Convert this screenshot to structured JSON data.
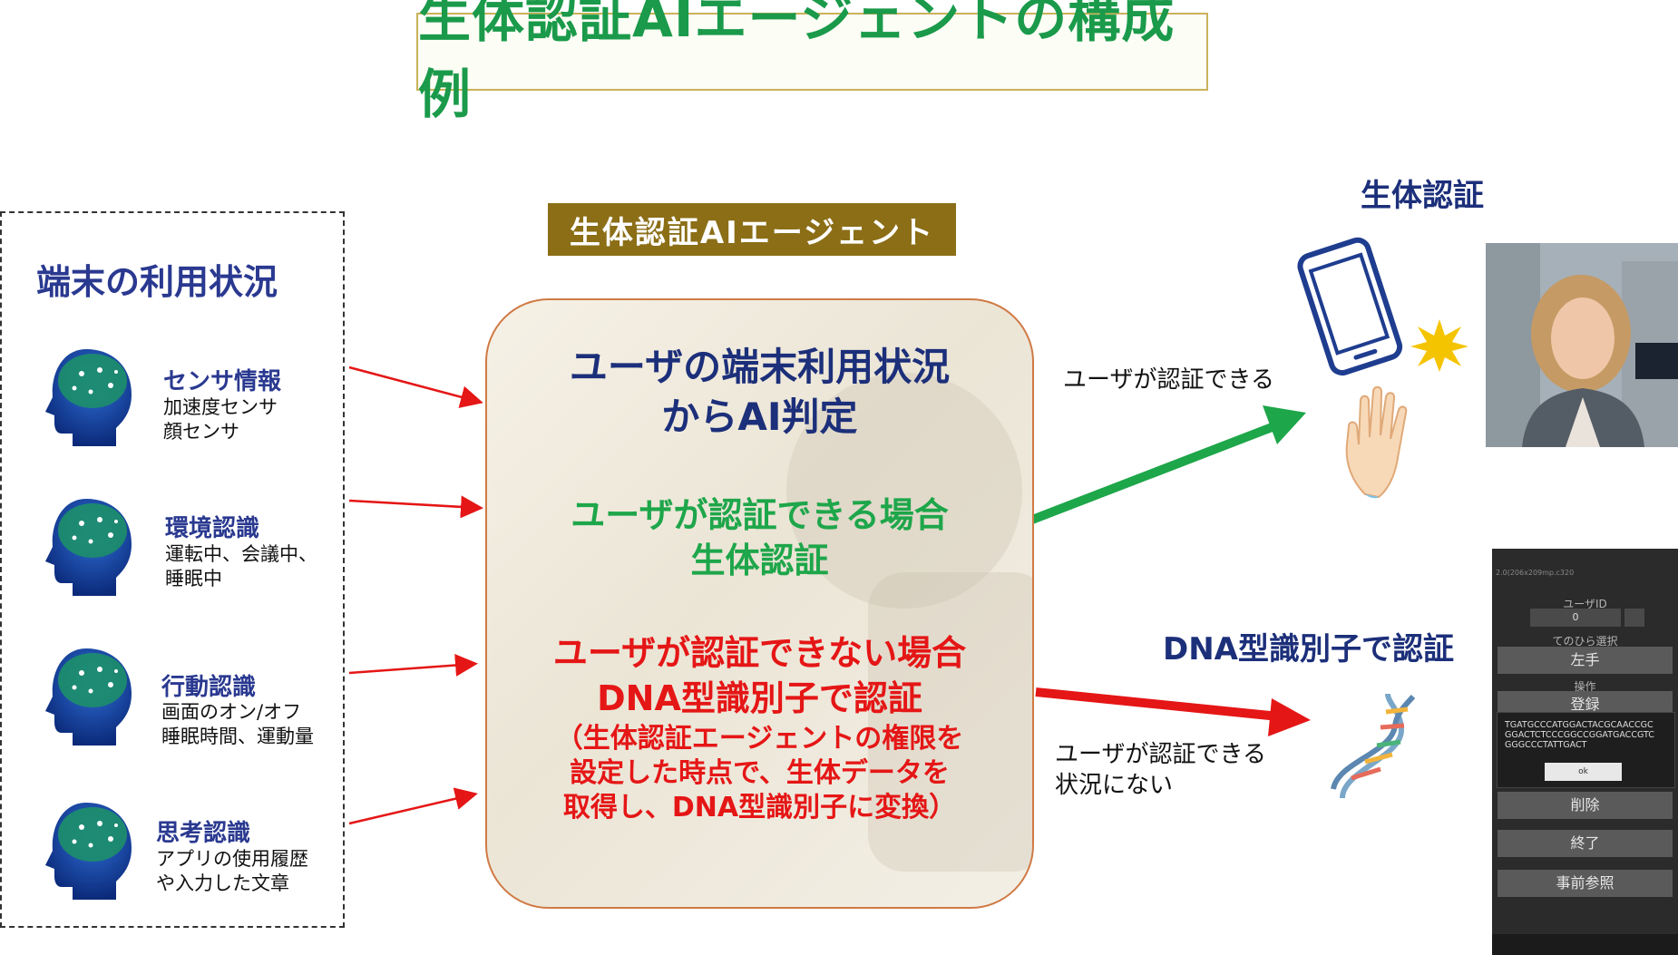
{
  "title": "生体認証AIエージェントの構成例",
  "left_panel": {
    "heading": "端末の利用状況",
    "items": [
      {
        "title": "センサ情報",
        "desc": [
          "加速度センサ",
          "顔センサ"
        ]
      },
      {
        "title": "環境認識",
        "desc": [
          "運転中、会議中、",
          "睡眠中"
        ]
      },
      {
        "title": "行動認識",
        "desc": [
          "画面のオン/オフ",
          "睡眠時間、運動量"
        ]
      },
      {
        "title": "思考認識",
        "desc": [
          "アプリの使用履歴",
          "や入力した文章"
        ]
      }
    ]
  },
  "agent_label": "生体認証AIエージェント",
  "center": {
    "line1": "ユーザの端末利用状況",
    "line2": "からAI判定",
    "green1": "ユーザが認証できる場合",
    "green2": "生体認証",
    "red1": "ユーザが認証できない場合",
    "red2": "DNA型識別子で認証",
    "red3": "（生体認証エージェントの権限を",
    "red4": "設定した時点で、生体データを",
    "red5": "取得し、DNA型識別子に変換）"
  },
  "right": {
    "bio_heading": "生体認証",
    "can_auth": "ユーザが認証できる",
    "dna_heading": "DNA型識別子で認証",
    "cannot_auth1": "ユーザが認証できる",
    "cannot_auth2": "状況にない"
  },
  "phone_screenshot": {
    "header": "2.0(206x209mp.c320",
    "user_id_label": "ユーザID",
    "user_id_value": "0",
    "palm_label": "てのひら選択",
    "hand_button": "左手",
    "operation_label": "操作",
    "register_button": "登録",
    "dna_text": [
      "TGATGCCCATGGACTACGCAACCGC",
      "GGACTCTCCCGGCCGGATGACCGTC",
      "GGGCCCTATTGACT"
    ],
    "ok_button": "ok",
    "delete_button": "削除",
    "exit_button": "終了",
    "reference_button": "事前参照"
  },
  "colors": {
    "title_green": "#1a9a4a",
    "navy": "#1c2f7a",
    "agent_brown": "#8b6e16",
    "arrow_red": "#e51616",
    "arrow_green": "#1ea64a",
    "box_border": "#d07a45"
  }
}
